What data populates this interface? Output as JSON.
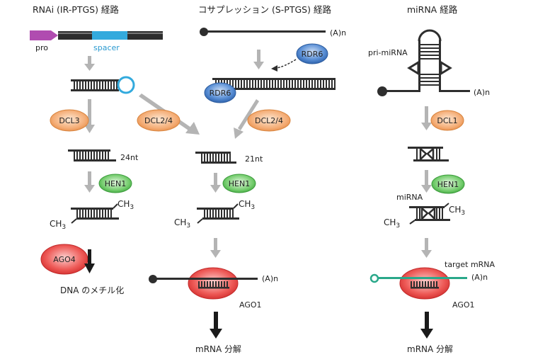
{
  "headers": {
    "rnai": "RNAi (IR-PTGS) 経路",
    "cosuppression": "コサプレッション (S-PTGS) 経路",
    "mirna": "miRNA  経路"
  },
  "labels": {
    "pro": "pro",
    "spacer": "spacer",
    "polyA_1": "(A)n",
    "polyA_2": "(A)n",
    "polyA_3": "(A)n",
    "polyA_4": "(A)n",
    "pri_mirna": "pri-miRNA",
    "rdr6_1": "RDR6",
    "rdr6_2": "RDR6",
    "dcl3": "DCL3",
    "dcl24_1": "DCL2/4",
    "dcl24_2": "DCL2/4",
    "dcl1_1": "DCL1",
    "nt24": "24nt",
    "nt21": "21nt",
    "hen1_1": "HEN1",
    "hen1_2": "HEN1",
    "hen1_3": "HEN1",
    "ch3": "CH",
    "ch3_sub": "3",
    "mirna": "miRNA",
    "ago4": "AGO4",
    "ago1_1": "AGO1",
    "ago1_2": "AGO1",
    "dna_methyl": "DNA のメチル化",
    "target_mrna": "target  mRNA",
    "mrna_deg_1": "mRNA 分解",
    "mrna_deg_2": "mRNA 分解"
  },
  "colors": {
    "dark": "#2e2e2e",
    "arrow_gray": "#b4b4b4",
    "spacer_blue": "#33aadd",
    "pro_purple": "#b04cb0",
    "dcl_orange": "#f3a469",
    "hen_green": "#5fc05f",
    "ago_red": "#e23b3b",
    "rdr_blue": "#3d78c4",
    "target_green": "#2aa88a"
  }
}
